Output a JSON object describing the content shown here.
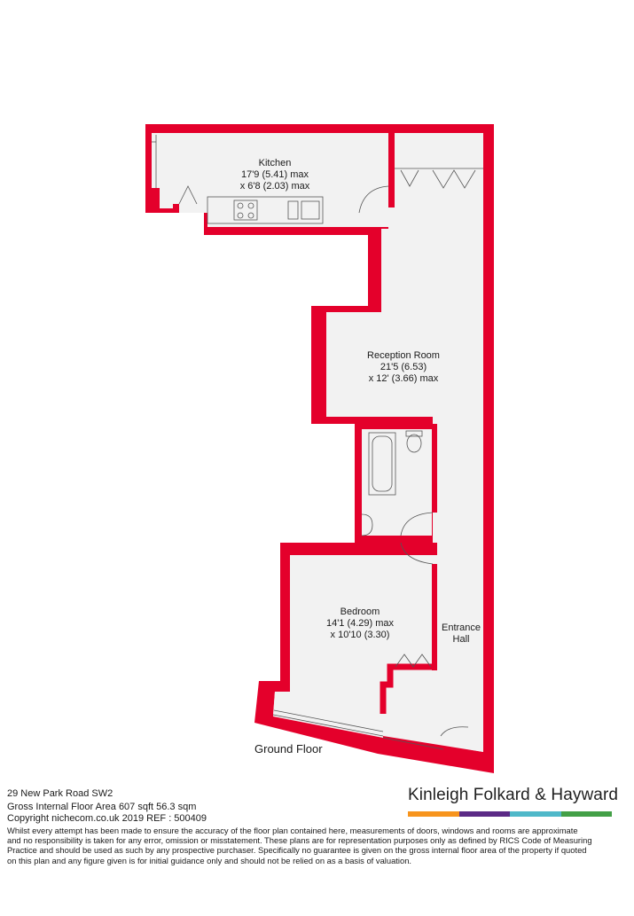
{
  "colors": {
    "wall": "#e4002b",
    "room_fill": "#f2f2f2",
    "fixture_line": "#555555",
    "brand_bars": [
      "#f7941d",
      "#5b2a86",
      "#4fb8c9",
      "#43a047"
    ]
  },
  "rooms": {
    "kitchen": {
      "name": "Kitchen",
      "dim1": "17'9 (5.41) max",
      "dim2": "x 6'8 (2.03) max"
    },
    "reception": {
      "name": "Reception Room",
      "dim1": "21'5 (6.53)",
      "dim2": "x 12' (3.66) max"
    },
    "bedroom": {
      "name": "Bedroom",
      "dim1": "14'1 (4.29) max",
      "dim2": "x 10'10 (3.30)"
    },
    "entrance": {
      "line1": "Entrance",
      "line2": "Hall"
    }
  },
  "floor_label": "Ground Floor",
  "footer": {
    "address": "29 New Park Road  SW2",
    "gross_area": "Gross Internal Floor Area 607 sqft 56.3 sqm",
    "copyright": "Copyright nichecom.co.uk 2019 REF : 500409",
    "disclaimer_lines": [
      "Whilst every attempt has been made to ensure the accuracy of the floor plan contained here, measurements of doors, windows and rooms are approximate",
      "and no responsibility is taken for any error, omission or misstatement.  These plans are for representation purposes only as defined by RICS Code of Measuring",
      "Practice and should be used as such by any prospective purchaser.  Specifically no guarantee is given on the gross internal floor area of the property if quoted",
      "on this plan and any figure given is for initial guidance only and should not be relied on as a basis of valuation."
    ]
  },
  "brand": {
    "name": "Kinleigh Folkard & Hayward"
  }
}
